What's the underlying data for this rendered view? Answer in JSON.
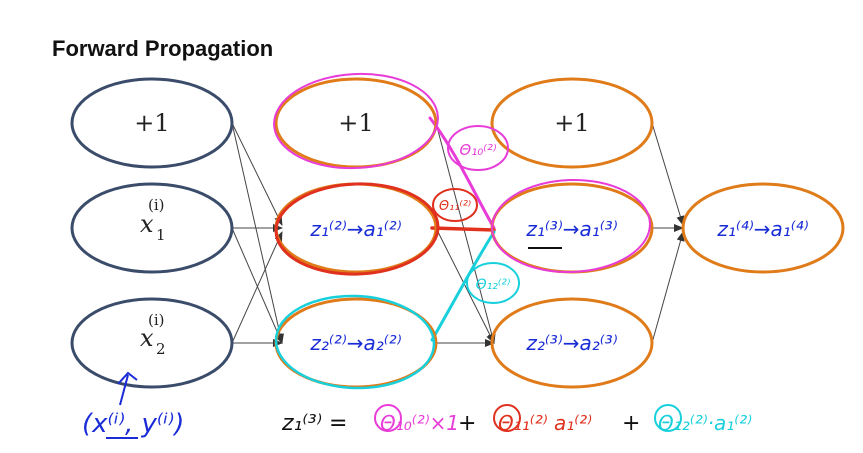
{
  "title": "Forward Propagation",
  "colors": {
    "input_node": "#3b4c6b",
    "hidden_node": "#e07b1a",
    "red_ink": "#e0301e",
    "magenta_ink": "#e83cd8",
    "cyan_ink": "#18d0dc",
    "blue_ink": "#1a2cd6",
    "edge": "#444444"
  },
  "layer1": {
    "bias": "+1",
    "x1": {
      "base": "x",
      "sub": "1",
      "sup": "(i)"
    },
    "x2": {
      "base": "x",
      "sub": "2",
      "sup": "(i)"
    }
  },
  "layer2": {
    "bias": "+1",
    "node1": "z₁⁽²⁾→a₁⁽²⁾",
    "node2": "z₂⁽²⁾→a₂⁽²⁾"
  },
  "layer3": {
    "bias": "+1",
    "node1": "z₁⁽³⁾→a₁⁽³⁾",
    "node2": "z₂⁽³⁾→a₂⁽³⁾"
  },
  "layer4": {
    "node1": "z₁⁽⁴⁾→a₁⁽⁴⁾"
  },
  "weight_labels": {
    "w10": "Θ₁₀⁽²⁾",
    "w11": "Θ₁₁⁽²⁾",
    "w12": "Θ₁₂⁽²⁾"
  },
  "handwriting": {
    "training_example": "(x⁽ⁱ⁾, y⁽ⁱ⁾)",
    "equation": {
      "lhs": "z₁⁽³⁾ =",
      "term1": "Θ₁₀⁽²⁾×1",
      "plus1": "+",
      "term2": "Θ₁₁⁽²⁾ a₁⁽²⁾",
      "plus2": "+",
      "term3": "Θ₁₂⁽²⁾·a₁⁽²⁾"
    }
  }
}
